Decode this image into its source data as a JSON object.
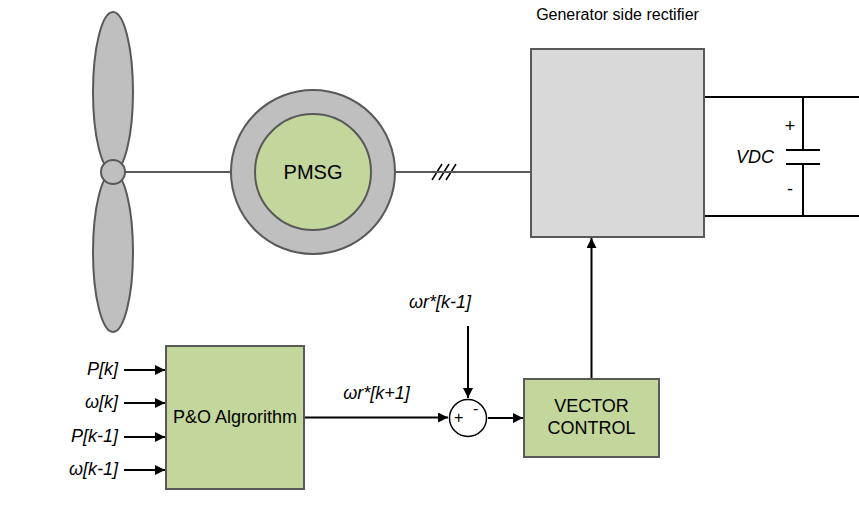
{
  "diagram": {
    "nodes": [
      {
        "text": [
          "PMSG"
        ]
      },
      {
        "text": [
          "Generator side rectifier"
        ]
      },
      {
        "text": [
          "P&O Algrorithm"
        ]
      },
      {
        "text": [
          "+",
          "-"
        ]
      },
      {
        "text": [
          "VECTOR CONTROL"
        ]
      }
    ],
    "edges": [
      {
        "from": 0,
        "to": 1,
        "arrow": "none"
      },
      {
        "from": 2,
        "to": 3,
        "arrow": "to",
        "label": "ωr*[k+1]"
      },
      {
        "from": 3,
        "to": 4,
        "arrow": "to"
      },
      {
        "from": 4,
        "to": 1,
        "arrow": "to"
      }
    ],
    "labels": [
      "P[k]",
      "ω[k]",
      "P[k-1]",
      "ω[k-1]",
      "ωr*[k-1]",
      "VDC",
      "+",
      "-"
    ]
  }
}
